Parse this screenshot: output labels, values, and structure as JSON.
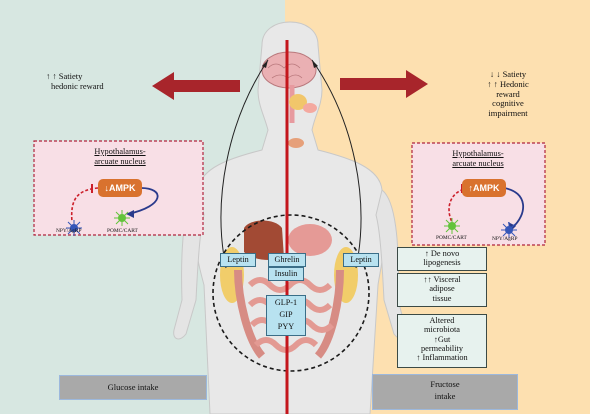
{
  "left_panel": {
    "bg_color": "#d7e7e1",
    "effects": {
      "arrows": "↑ ↑",
      "line1": "Satiety",
      "line2": "hedonic reward"
    },
    "hypothalamus": {
      "title1": "Hypothalamus-",
      "title2": "arcuate nucleus",
      "ampk": "↓AMPK",
      "neuron_left": "NPY/AgRP",
      "neuron_right": "POMC/CART"
    },
    "intake": "Glucose intake"
  },
  "right_panel": {
    "bg_color": "#fde0b0",
    "effects": {
      "line1_arrows": "↓ ↓",
      "line1": "Satiety",
      "line2_arrows": "↑ ↑",
      "line2": "Hedonic",
      "line3": "reward",
      "line4": "cognitive",
      "line5": "impairment"
    },
    "hypothalamus": {
      "title1": "Hypothalamus-",
      "title2": "arcuate nucleus",
      "ampk": "↑AMPK",
      "neuron_left": "POMC/CART",
      "neuron_right": "NPY/AgRP"
    },
    "metabolic_boxes": [
      {
        "lines": [
          "↑ De novo",
          "lipogenesis"
        ]
      },
      {
        "lines": [
          "↑↑ Visceral",
          "adipose",
          "tissue"
        ]
      },
      {
        "lines": [
          "Altered",
          "microbiota",
          "↑Gut",
          "permeability",
          "↑ Inflammation"
        ]
      }
    ],
    "intake_line1": "Fructose",
    "intake_line2": "intake"
  },
  "hormones": {
    "leptin_left": "Leptin",
    "leptin_right": "Leptin",
    "ghrelin": "Ghrelin",
    "insulin": "Insulin",
    "gut": [
      "GLP-1",
      "GIP",
      "PYY"
    ]
  },
  "colors": {
    "arrow": "#a8252b",
    "midline": "#c4161c",
    "ampk": "#d9722e",
    "hypothalamus_box": "#f8dfe6",
    "hypothalamus_border": "#b0243c",
    "npy_neuron": "#3556b8",
    "pomc_neuron": "#62c33a"
  }
}
